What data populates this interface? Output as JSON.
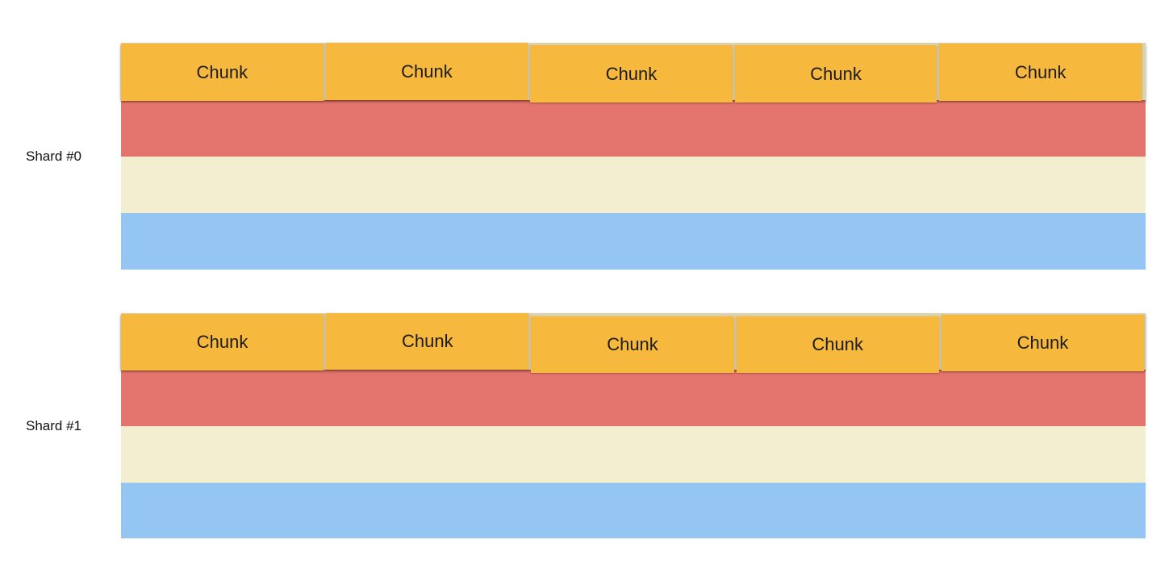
{
  "colors": {
    "page_bg": "#ffffff",
    "chunk_fill": "#f6b83d",
    "chunk_text": "#1c1c1c",
    "gap_fill": "#dcd3ae",
    "red_bar_fill": "#e4746e",
    "cream_bar_fill": "#f2eecf",
    "blue_bar_fill": "#95c5f2",
    "label_text": "#111111"
  },
  "shards": [
    {
      "label": "Shard #0",
      "chunks": [
        "Chunk",
        "Chunk",
        "Chunk",
        "Chunk",
        "Chunk"
      ]
    },
    {
      "label": "Shard #1",
      "chunks": [
        "Chunk",
        "Chunk",
        "Chunk",
        "Chunk",
        "Chunk"
      ]
    }
  ]
}
